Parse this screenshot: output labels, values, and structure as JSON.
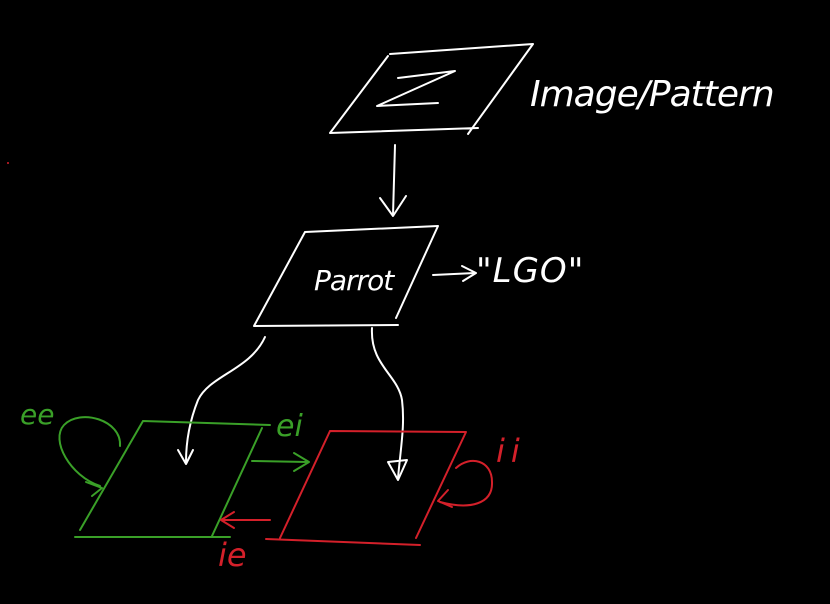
{
  "diagram": {
    "top_node": {
      "glyph": "Z",
      "label": "Image/Pattern"
    },
    "middle_node": {
      "label": "Parrot",
      "output_label": "\"LGO\""
    },
    "bottom_left_node": {
      "self_loop_label": "ee",
      "to_right_label": "ei"
    },
    "bottom_right_node": {
      "self_loop_label": "ii",
      "to_left_label": "ie"
    }
  },
  "colors": {
    "background": "#000000",
    "ink": "#ffffff",
    "green": "#3aa028",
    "red": "#d4202a"
  }
}
